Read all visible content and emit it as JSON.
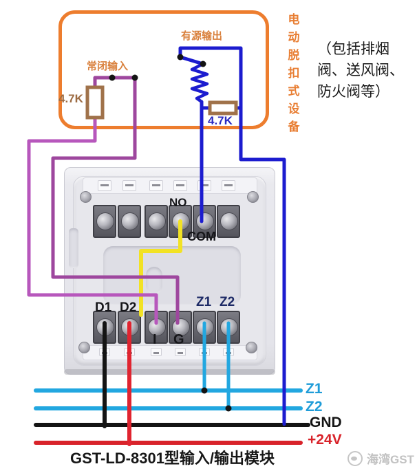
{
  "top_diagram": {
    "nc_input_label": "常闭输入",
    "nc_resistor_value": "4.7K",
    "active_output_label": "有源输出",
    "active_resistor_value": "4.7K",
    "device_label_vertical": "电动脱扣式设备",
    "device_note_lines": {
      "line1": "（包括排烟",
      "line2": "阀、送风阀、",
      "line3": "防火阀等）"
    }
  },
  "module": {
    "labels": {
      "no": "NO",
      "com": "COM",
      "d1": "D1",
      "d2": "D2",
      "i": "I",
      "g": "G",
      "z1": "Z1",
      "z2": "Z2"
    }
  },
  "buses": {
    "z1": {
      "label": "Z1",
      "color": "#22a7e0"
    },
    "z2": {
      "label": "Z2",
      "color": "#22a7e0"
    },
    "gnd": {
      "label": "GND",
      "color": "#141414"
    },
    "v24": {
      "label": "+24V",
      "color": "#d8232a"
    }
  },
  "colors": {
    "device_box_orange": "#ed7d2e",
    "nc_wire_purple": "#9e479e",
    "output_wire_blue": "#1c1ccf",
    "zone_wire_cyan": "#22a7e0",
    "power_red": "#e02430",
    "ground_black": "#141414",
    "no_wire_yellow": "#f2e224",
    "resistor_brown": "#a0724a"
  },
  "caption": "GST-LD-8301型输入/输出模块",
  "watermark": "海湾GST"
}
